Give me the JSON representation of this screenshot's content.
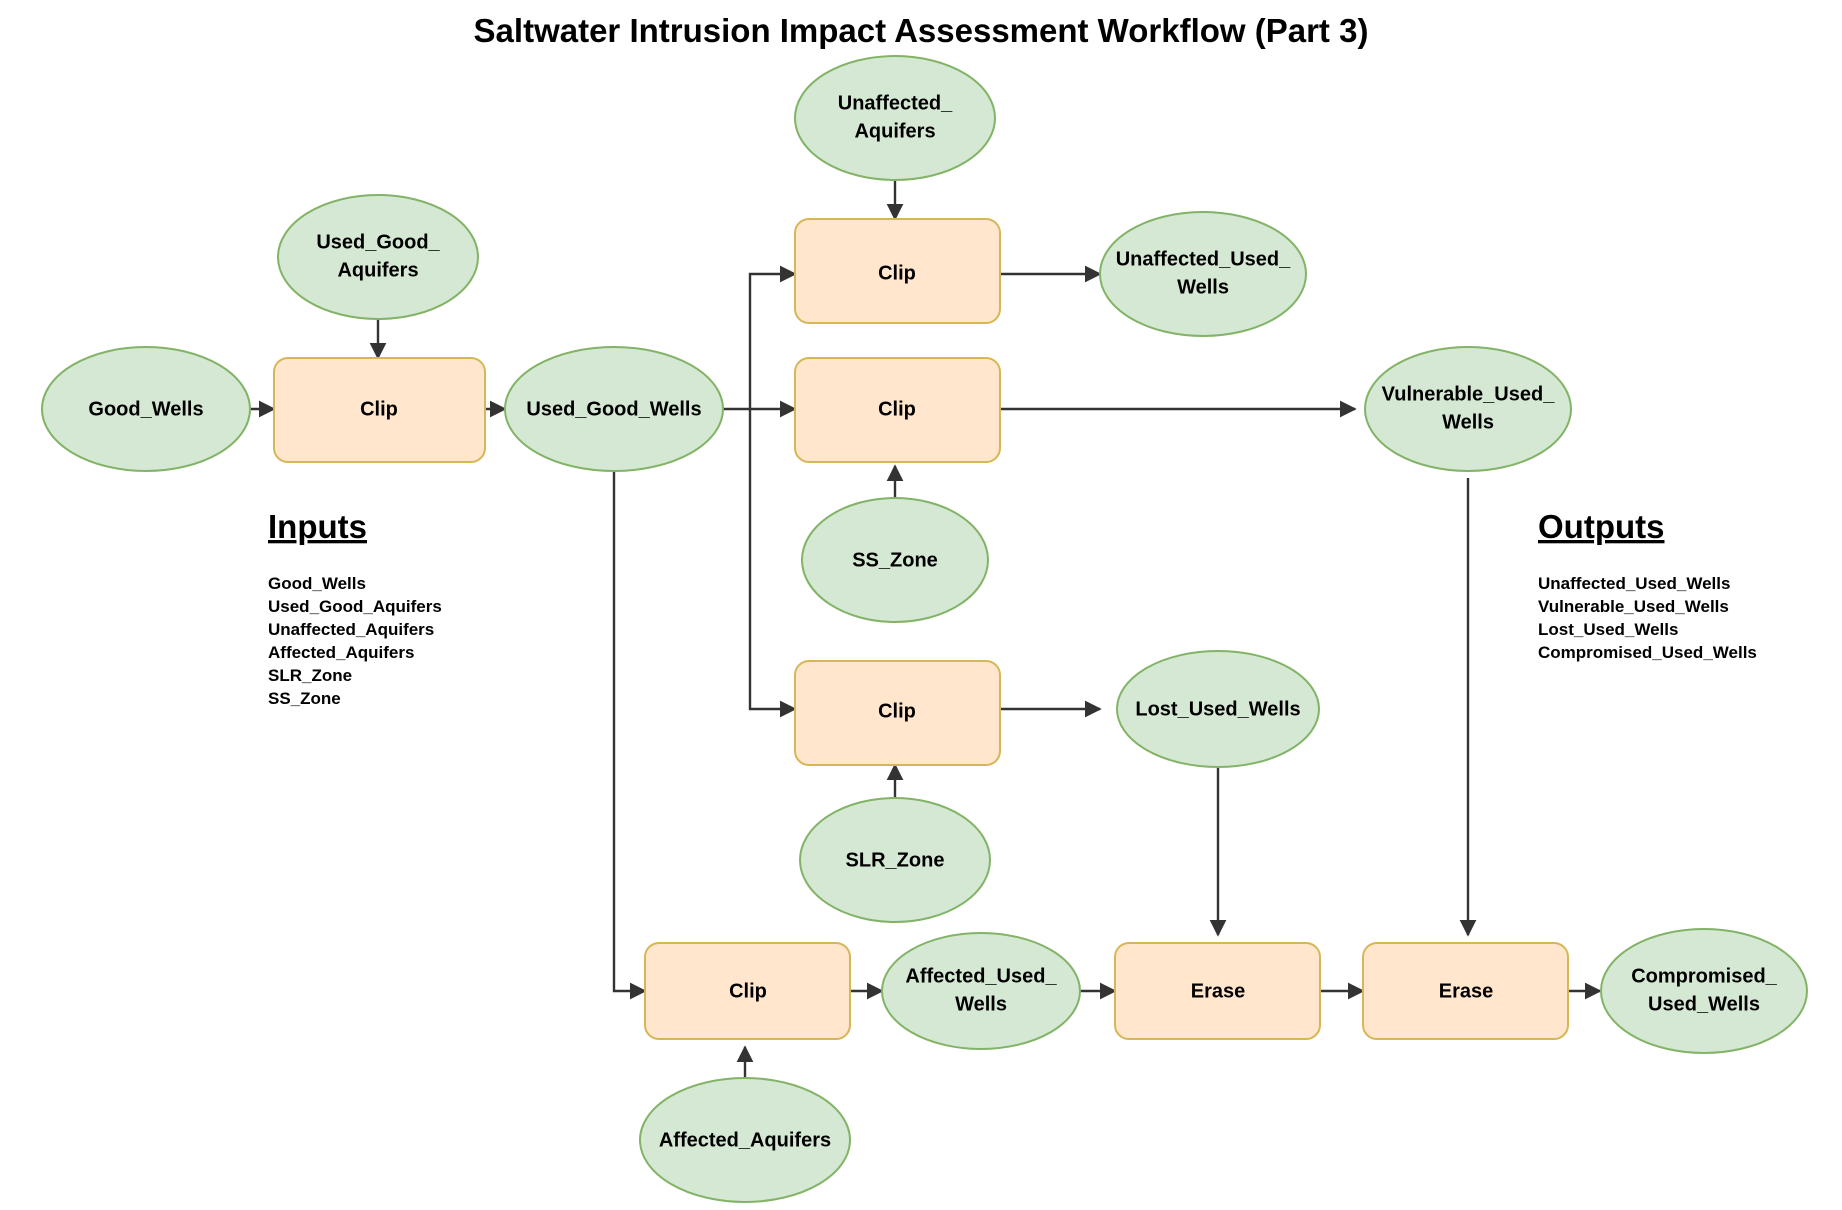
{
  "title": "Saltwater Intrusion Impact Assessment Workflow (Part 3)",
  "legend": {
    "inputs": {
      "heading": "Inputs",
      "items": [
        "Good_Wells",
        "Used_Good_Aquifers",
        "Unaffected_Aquifers",
        "Affected_Aquifers",
        "SLR_Zone",
        "SS_Zone"
      ]
    },
    "outputs": {
      "heading": "Outputs",
      "items": [
        "Unaffected_Used_Wells",
        "Vulnerable_Used_Wells",
        "Lost_Used_Wells",
        "Compromised_Used_Wells"
      ]
    }
  },
  "colors": {
    "data_fill": "#d5e8d4",
    "data_stroke": "#82b366",
    "process_fill": "#ffe6cc",
    "process_stroke": "#d6b656",
    "edge": "#333333",
    "text": "#000000",
    "background": "#ffffff"
  },
  "nodes": {
    "good_wells": {
      "label": "Good_Wells",
      "type": "data"
    },
    "used_good_aquifers": {
      "label": "Used_Good_",
      "label2": "Aquifers",
      "type": "data"
    },
    "clip_1": {
      "label": "Clip",
      "type": "process"
    },
    "used_good_wells": {
      "label": "Used_Good_Wells",
      "type": "data"
    },
    "unaffected_aquifers": {
      "label": "Unaffected_",
      "label2": "Aquifers",
      "type": "data"
    },
    "clip_2": {
      "label": "Clip",
      "type": "process"
    },
    "unaffected_used_wells": {
      "label": "Unaffected_Used_",
      "label2": "Wells",
      "type": "data"
    },
    "clip_3": {
      "label": "Clip",
      "type": "process"
    },
    "ss_zone": {
      "label": "SS_Zone",
      "type": "data"
    },
    "vulnerable_used_wells": {
      "label": "Vulnerable_Used_",
      "label2": "Wells",
      "type": "data"
    },
    "clip_4": {
      "label": "Clip",
      "type": "process"
    },
    "slr_zone": {
      "label": "SLR_Zone",
      "type": "data"
    },
    "lost_used_wells": {
      "label": "Lost_Used_Wells",
      "type": "data"
    },
    "clip_5": {
      "label": "Clip",
      "type": "process"
    },
    "affected_aquifers": {
      "label": "Affected_Aquifers",
      "type": "data"
    },
    "affected_used_wells": {
      "label": "Affected_Used_",
      "label2": "Wells",
      "type": "data"
    },
    "erase_1": {
      "label": "Erase",
      "type": "process"
    },
    "erase_2": {
      "label": "Erase",
      "type": "process"
    },
    "compromised_used_wells": {
      "label": "Compromised_",
      "label2": "Used_Wells",
      "type": "data"
    }
  }
}
